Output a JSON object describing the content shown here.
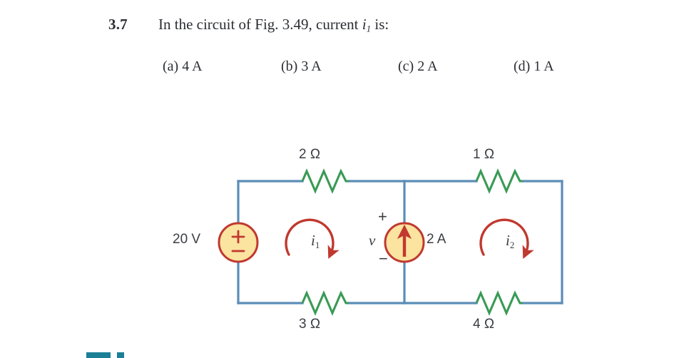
{
  "question": {
    "number": "3.7",
    "text_before": "In the circuit of Fig. 3.49, current ",
    "variable": "i",
    "variable_sub": "1",
    "text_after": " is:",
    "full_text": "In the circuit of Fig. 3.49, current i1 is:"
  },
  "choices": [
    {
      "key": "(a)",
      "value": "4 A",
      "label": "(a) 4 A"
    },
    {
      "key": "(b)",
      "value": "3 A",
      "label": "(b) 3 A"
    },
    {
      "key": "(c)",
      "value": "2 A",
      "label": "(c) 2 A"
    },
    {
      "key": "(d)",
      "value": "1 A",
      "label": "(d) 1 A"
    }
  ],
  "circuit": {
    "resistors": {
      "top_left": "2 Ω",
      "top_right": "1 Ω",
      "bottom_left": "3 Ω",
      "bottom_right": "4 Ω"
    },
    "voltage_source": {
      "label": "20 V",
      "plus": "+",
      "minus": "−"
    },
    "current_source": {
      "label": "2 A",
      "voltage_label": "v",
      "plus": "+",
      "minus": "−"
    },
    "mesh_currents": [
      {
        "symbol": "i",
        "subscript": "1",
        "direction": "clockwise"
      },
      {
        "symbol": "i",
        "subscript": "2",
        "direction": "clockwise"
      }
    ]
  },
  "colors": {
    "wire": "#5b8db8",
    "resistor": "#3a9a55",
    "source_fill": "#fbe3a0",
    "source_stroke": "#c0392f",
    "arrow": "#c0392f",
    "text": "#2c2e33",
    "label": "#3a3d42",
    "artifact": "#1b7f96",
    "background": "#ffffff"
  }
}
